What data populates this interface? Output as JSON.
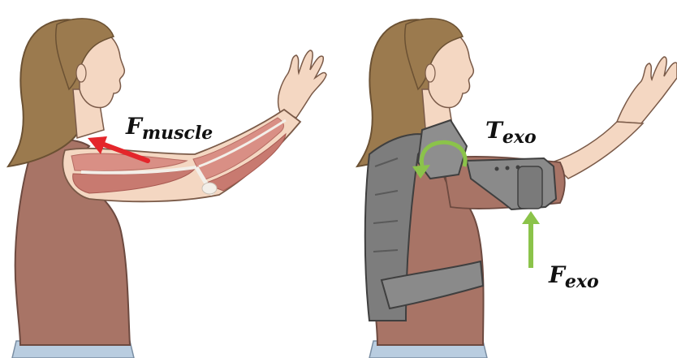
{
  "labels": {
    "muscle_force": {
      "main": "F",
      "sub": "muscle"
    },
    "exo_torque": {
      "main": "T",
      "sub": "exo"
    },
    "exo_force": {
      "main": "F",
      "sub": "exo"
    }
  },
  "colors": {
    "hair": "#9b7a4e",
    "skin": "#f4d7c2",
    "skin_outline": "#7a5a48",
    "shirt": "#a87466",
    "shirt_dark": "#8d5e52",
    "muscle": "#d98f85",
    "muscle_dark": "#c06a60",
    "tendon": "#f3efe9",
    "jeans": "#b9cde0",
    "exo_body": "#7d7d7d",
    "exo_light": "#a4a4a4",
    "exo_dark": "#5a5a5a",
    "force_arrow_red": "#e4262b",
    "force_arrow_green": "#8bc34a"
  },
  "icons": [
    "red-force-arrow",
    "green-torque-arc-arrow",
    "green-force-up-arrow"
  ]
}
